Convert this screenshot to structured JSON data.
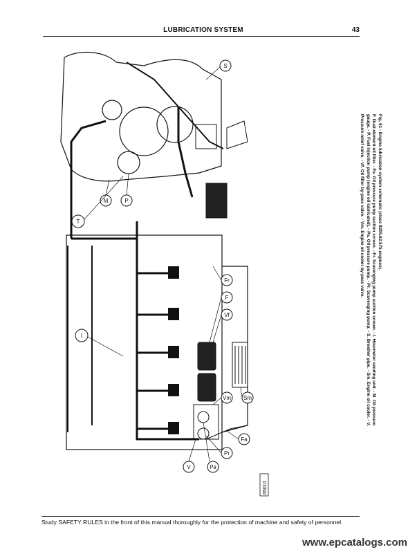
{
  "header": {
    "title": "LUBRICATION SYSTEM",
    "page_number": "43"
  },
  "figure": {
    "id_code": "65010",
    "callouts": [
      "S",
      "M",
      "P",
      "T",
      "I",
      "Fr",
      "F",
      "Vf",
      "Sm",
      "Vm",
      "Fa",
      "Pr",
      "Pa",
      "V"
    ]
  },
  "caption": {
    "title": "Fig. 61 - Engine lubrication system schematic (class 8205.62.575 engines).",
    "body": "F. Dual element oil filter. - Fa. Oil pressure pump suction screen. - Fr. Scavenging pump suction screen. - I. Hourmeter sending unit. - M. Oil pressure gauge. - P. Fuel injection pump (engine oil lubricated). - Pa. Oil pressure pump. - Pr. Scavenging pump. - S. Breather pipe. - Sm. Engine oil cooler. - V. Pressure relief valve. - Vf. Oil filter by-pass valve. - Vm. Engine oil cooler by-pass valve."
  },
  "footer": {
    "note": "Study SAFETY RULES in the front of this manual thoroughly for the protection of machine and safety of personnel"
  },
  "watermark": "www.epcatalogs.com"
}
